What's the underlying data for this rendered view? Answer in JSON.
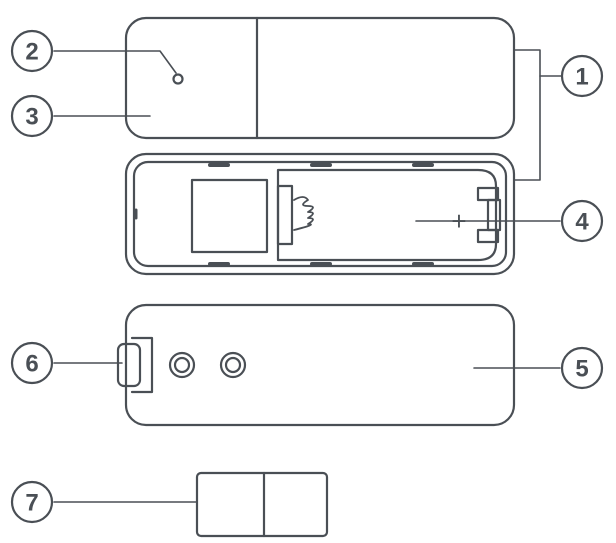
{
  "colors": {
    "stroke": "#4a4f55",
    "background": "#ffffff"
  },
  "callouts": [
    {
      "id": "1",
      "label": "1"
    },
    {
      "id": "2",
      "label": "2"
    },
    {
      "id": "3",
      "label": "3"
    },
    {
      "id": "4",
      "label": "4"
    },
    {
      "id": "5",
      "label": "5"
    },
    {
      "id": "6",
      "label": "6"
    },
    {
      "id": "7",
      "label": "7"
    }
  ],
  "battery": {
    "polarity_mark": "+"
  }
}
